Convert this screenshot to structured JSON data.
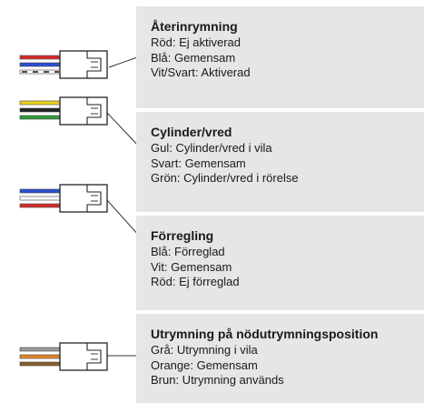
{
  "groups": [
    {
      "title": "Återinrymning",
      "lines": [
        "Röd: Ej aktiverad",
        "Blå: Gemensam",
        "Vit/Svart: Aktiverad"
      ],
      "wire_colors": [
        "#d72b2b",
        "#2a4fd0",
        "#ffffff"
      ],
      "wire_stripe": "#222222"
    },
    {
      "title": "Cylinder/vred",
      "lines": [
        "Gul: Cylinder/vred i vila",
        "Svart: Gemensam",
        "Grön: Cylinder/vred i rörelse"
      ],
      "wire_colors": [
        "#e8d21e",
        "#222222",
        "#2f9a3a"
      ],
      "wire_stripe": ""
    },
    {
      "title": "Förregling",
      "lines": [
        "Blå: Förreglad",
        "Vit: Gemensam",
        "Röd: Ej förreglad"
      ],
      "wire_colors": [
        "#2a4fd0",
        "#ffffff",
        "#d72b2b"
      ],
      "wire_stripe": ""
    },
    {
      "title": "Utrymning på nödutrymningsposition",
      "lines": [
        "Grå: Utrymning i vila",
        "Orange: Gemensam",
        "Brun: Utrymning används"
      ],
      "wire_colors": [
        "#9a9a9a",
        "#e2852a",
        "#8a5a2b"
      ],
      "wire_stripe": ""
    }
  ]
}
